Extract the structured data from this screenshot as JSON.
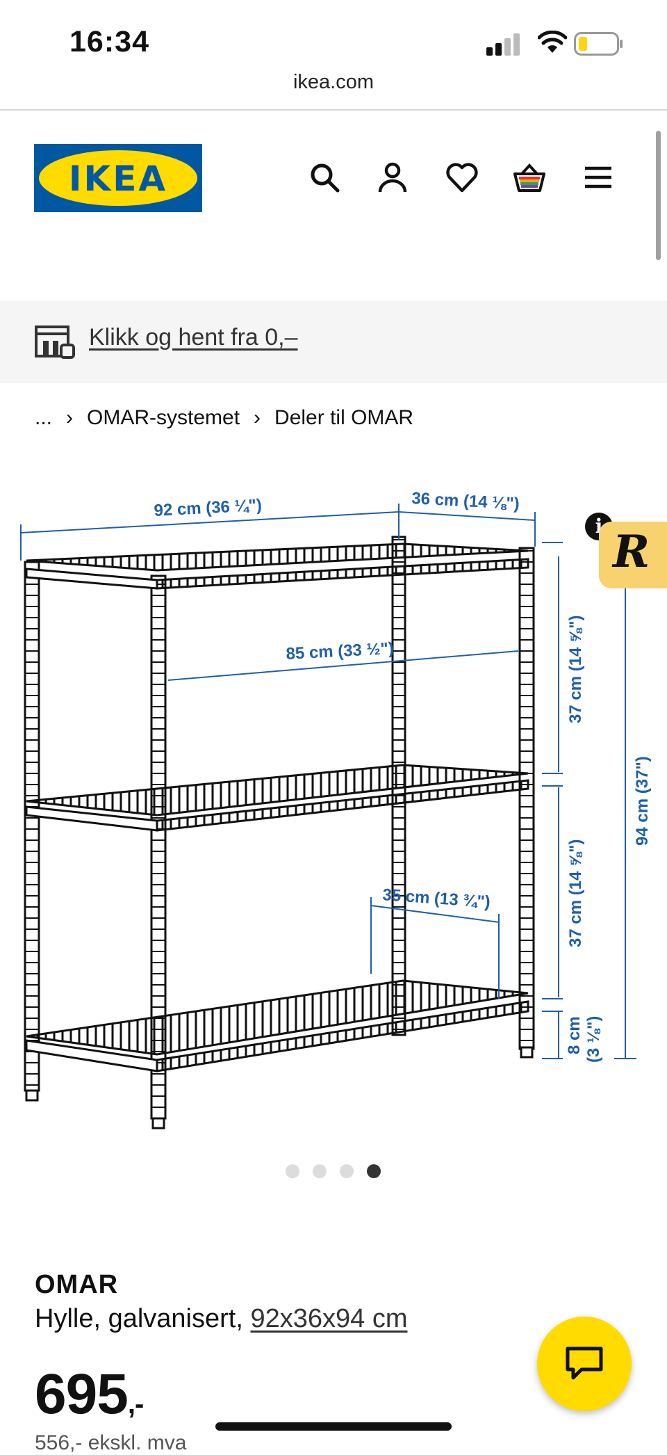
{
  "status_bar": {
    "time": "16:34",
    "icons": [
      "signal-icon",
      "wifi-icon",
      "battery-icon"
    ]
  },
  "browser": {
    "url": "ikea.com"
  },
  "header": {
    "logo_text": "IKEA",
    "icons": [
      "search-icon",
      "account-icon",
      "heart-icon",
      "cart-icon",
      "menu-icon"
    ]
  },
  "promo": {
    "text": "Klikk og hent fra 0,–"
  },
  "breadcrumb": {
    "ellipsis": "...",
    "items": [
      "OMAR-systemet",
      "Deler til OMAR"
    ]
  },
  "product_image": {
    "dimensions": {
      "width": "92 cm (36 ¼\")",
      "depth": "36 cm (14 ⅛\")",
      "inner_width": "85 cm (33 ½\")",
      "shelf_gap_1": "37 cm (14 ⅝\")",
      "shelf_gap_2": "37 cm (14 ⅝\")",
      "inner_depth": "35 cm (13 ¾\")",
      "bottom_1": "8 cm",
      "bottom_2": "(3 ⅛\")",
      "height": "94 cm (37\")"
    }
  },
  "carousel": {
    "total": 4,
    "active_index": 3
  },
  "badges": {
    "info": "i",
    "r_label": "R"
  },
  "product": {
    "name": "OMAR",
    "description": "Hylle, galvanisert, ",
    "size": "92x36x94 cm",
    "price_main": "695",
    "price_decimals": ",-",
    "price_ex_vat": "556,- ekskl. mva"
  },
  "colors": {
    "ikea_blue": "#0058a3",
    "ikea_yellow": "#ffdb00",
    "dimension_blue": "#1f5fa8"
  }
}
